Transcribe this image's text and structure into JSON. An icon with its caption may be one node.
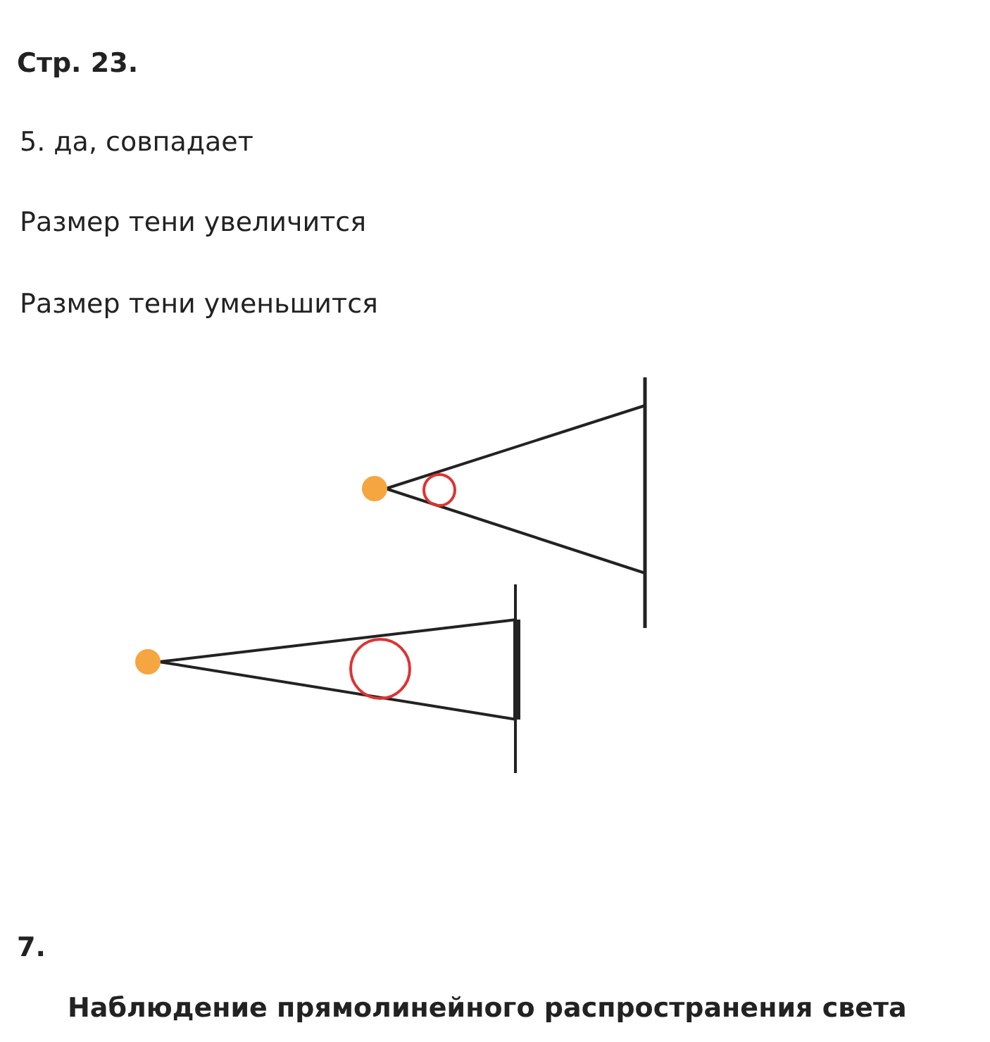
{
  "diagram": {
    "title": "Стр. 23.",
    "labels": [
      "5. да, совпадает",
      "Размер тени увеличится",
      "Размер тени уменьшится",
      "7.",
      "Наблюдение прямолинейного распространения света"
    ]
  }
}
